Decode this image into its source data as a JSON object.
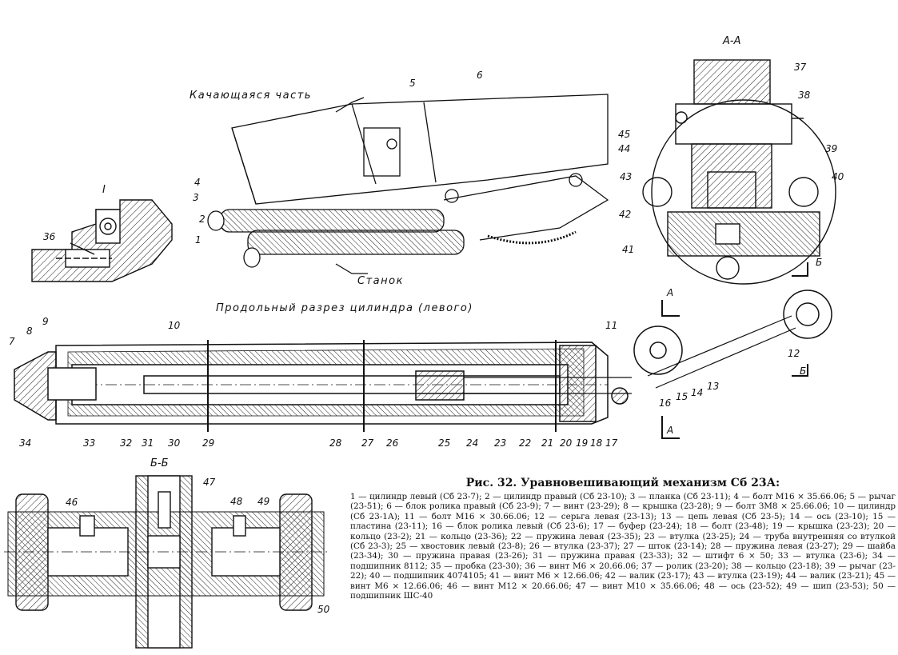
{
  "figure": {
    "caption_title": "Рис. 32. Уравновешивающий механизм Сб 23А:",
    "caption_body": "1 — цилиндр левый (Сб 23-7); 2 — цилиндр правый (Сб 23-10); 3 — планка (Сб 23-11); 4 — болт М16 × 35.66.06; 5 — рычаг (23-51); 6 — блок ролика правый (Сб 23-9); 7 — винт (23-29); 8 — крышка (23-28); 9 — болт ЗМ8 × 25.66.06; 10 — цилиндр (Сб 23-1А); 11 — болт М16 × 30.66.06; 12 — серьга левая (23-13); 13 — цепь левая (Сб 23-5); 14 — ось (23-10); 15 — пластина (23-11); 16 — блок ролика левый (Сб 23-6); 17 — буфер (23-24); 18 — болт (23-48); 19 — крышка (23-23); 20 — кольцо (23-2); 21 — кольцо (23-36); 22 — пружина левая (23-35); 23 — втулка (23-25); 24 — труба внутренняя со втулкой (Сб 23-3); 25 — хвостовик левый (23-8); 26 — втулка (23-37); 27 — шток (23-14); 28 — пружина левая (23-27); 29 — шайба (23-34); 30 — пружина правая (23-26); 31 — пружина правая (23-33); 32 — штифт 6 × 50; 33 — втулка (23-6); 34 — подшипник 8112; 35 — пробка (23-30); 36 — винт М6 × 20.66.06; 37 — ролик (23-20); 38 — кольцо (23-18); 39 — рычаг (23-22); 40 — подшипник 4074105; 41 — винт М6 × 12.66.06; 42 — валик (23-17); 43 — втулка (23-19); 44 — валик (23-21); 45 — винт М6 × 12.66.06; 46 — винт М12 × 20.66.06; 47 — винт М10 × 35.66.06; 48 — ось (23-52); 49 — шип (23-53); 50 — подшипник ШС-40",
    "section_title": "Продольный разрез цилиндра (левого)",
    "view_labels": {
      "swinging_part": "Качающаяся часть",
      "carriage": "Станок",
      "detail_I": "I",
      "section_AA": "А-А",
      "section_BB": "Б-Б",
      "cut_A": "А",
      "cut_B": "Б"
    },
    "callouts": [
      "1",
      "2",
      "3",
      "4",
      "5",
      "6",
      "7",
      "8",
      "9",
      "10",
      "11",
      "12",
      "13",
      "14",
      "15",
      "16",
      "17",
      "18",
      "19",
      "20",
      "21",
      "22",
      "23",
      "24",
      "25",
      "26",
      "27",
      "28",
      "29",
      "30",
      "31",
      "32",
      "33",
      "34",
      "36",
      "37",
      "38",
      "39",
      "40",
      "41",
      "42",
      "43",
      "44",
      "45",
      "46",
      "47",
      "48",
      "49",
      "50"
    ]
  }
}
